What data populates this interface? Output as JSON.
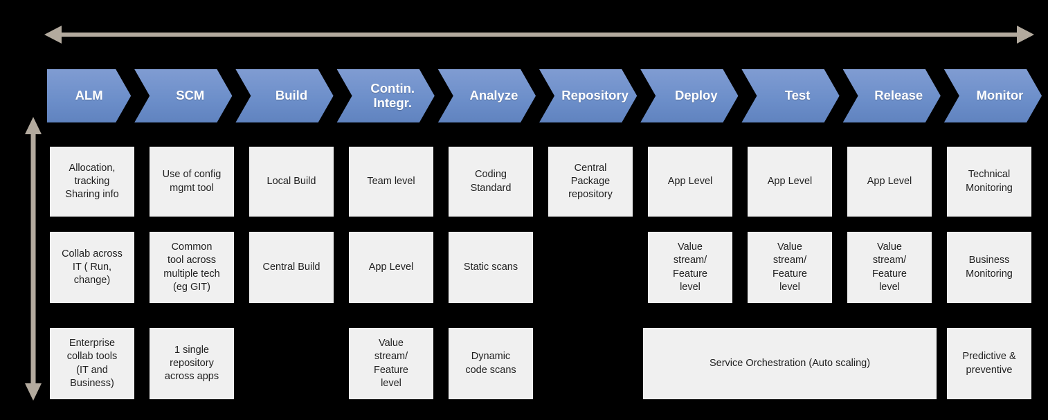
{
  "colors": {
    "background": "#000000",
    "chevron-top": "#809cd2",
    "chevron-mid": "#6d8fca",
    "chevron-bottom": "#6083bf",
    "chevron-text": "#ffffff",
    "box-bg": "#f0f0f0",
    "box-text": "#212121",
    "axis-arrow": "#b3aa9e"
  },
  "stages": [
    {
      "label": "ALM",
      "row1": "Allocation,\ntracking\nSharing info",
      "row2": "Collab across\nIT ( Run,\nchange)",
      "row3": "Enterprise\ncollab tools\n(IT and\nBusiness)"
    },
    {
      "label": "SCM",
      "row1": "Use of config\nmgmt tool",
      "row2": "Common\ntool  across\nmultiple tech\n(eg GIT)",
      "row3": "1 single\nrepository\nacross apps"
    },
    {
      "label": "Build",
      "row1": "Local Build",
      "row2": "Central Build"
    },
    {
      "label": "Contin.\nIntegr.",
      "row1": "Team level",
      "row2": "App Level",
      "row3": "Value\nstream/\nFeature\nlevel"
    },
    {
      "label": "Analyze",
      "row1": "Coding\nStandard",
      "row2": "Static scans",
      "row3": "Dynamic\ncode scans"
    },
    {
      "label": "Repository",
      "row1": "Central\nPackage\nrepository"
    },
    {
      "label": "Deploy",
      "row1": "App Level",
      "row2": "Value\nstream/\nFeature\nlevel"
    },
    {
      "label": "Test",
      "row1": "App Level",
      "row2": "Value\nstream/\nFeature\nlevel"
    },
    {
      "label": "Release",
      "row1": "App Level",
      "row2": "Value\nstream/\nFeature\nlevel"
    },
    {
      "label": "Monitor",
      "row1": "Technical\nMonitoring",
      "row2": "Business\nMonitoring",
      "row3": "Predictive &\npreventive"
    }
  ],
  "orchestration": {
    "label": "Service Orchestration (Auto scaling)"
  }
}
